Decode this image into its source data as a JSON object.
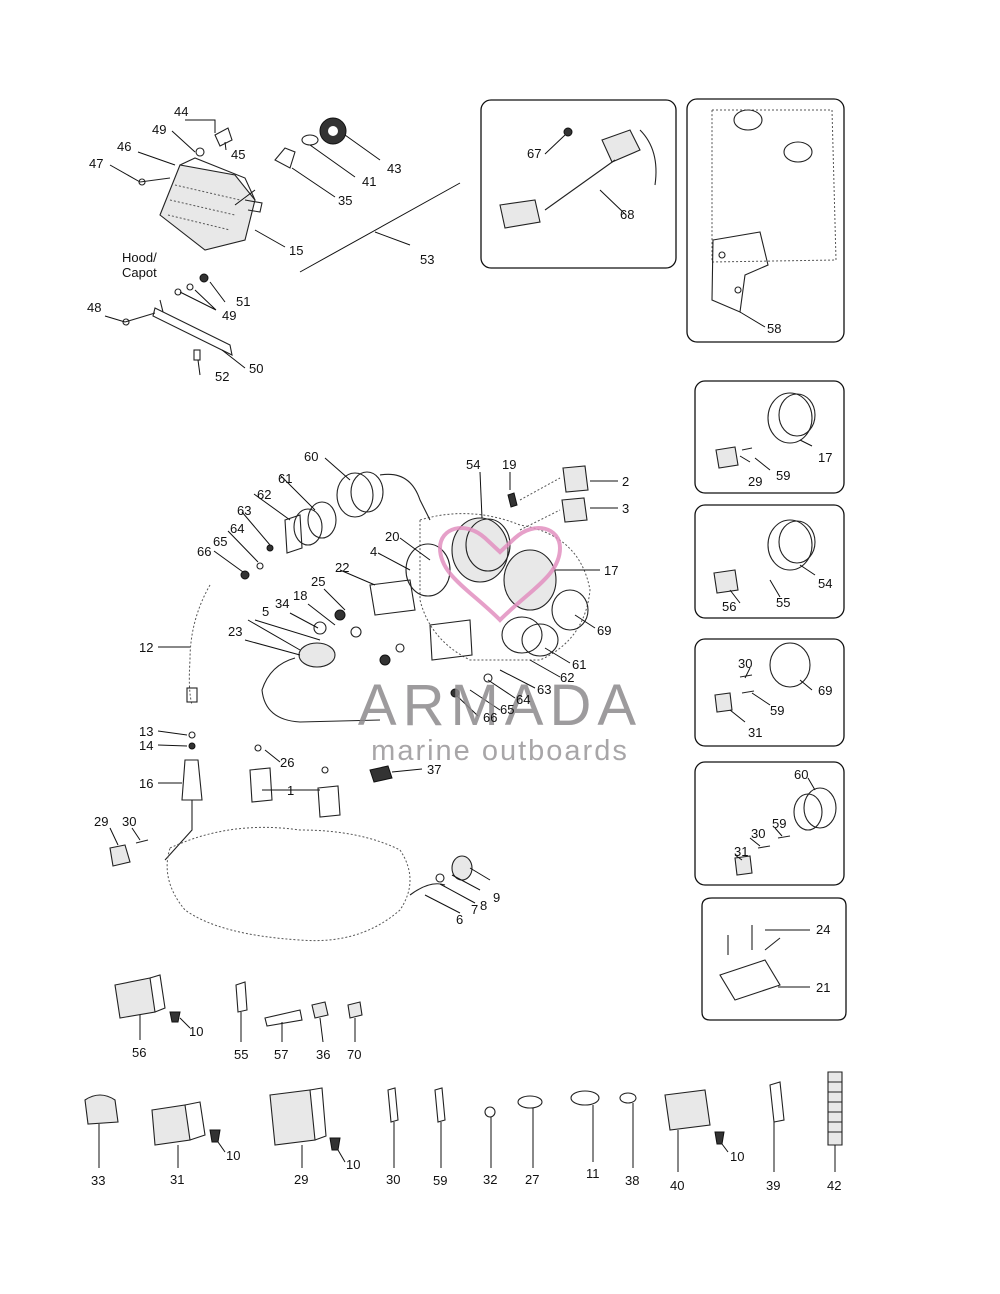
{
  "diagram": {
    "hood_label_line1": "Hood/",
    "hood_label_line2": "Capot",
    "callouts": [
      "44",
      "49",
      "45",
      "46",
      "47",
      "15",
      "35",
      "41",
      "43",
      "53",
      "48",
      "51",
      "49",
      "50",
      "52",
      "67",
      "68",
      "58",
      "60",
      "61",
      "62",
      "63",
      "64",
      "65",
      "66",
      "54",
      "19",
      "2",
      "3",
      "20",
      "4",
      "22",
      "25",
      "18",
      "34",
      "5",
      "23",
      "17",
      "69",
      "61",
      "62",
      "63",
      "64",
      "65",
      "66",
      "12",
      "13",
      "14",
      "16",
      "29",
      "30",
      "26",
      "1",
      "37",
      "6",
      "7",
      "8",
      "9",
      "17",
      "29",
      "59",
      "54",
      "56",
      "55",
      "69",
      "30",
      "59",
      "31",
      "60",
      "59",
      "30",
      "31",
      "24",
      "21",
      "56",
      "10",
      "55",
      "57",
      "36",
      "70",
      "33",
      "31",
      "10",
      "29",
      "10",
      "30",
      "59",
      "32",
      "27",
      "11",
      "38",
      "40",
      "10",
      "39",
      "42"
    ]
  },
  "watermark": {
    "brand": "ARMADA",
    "tagline": "marine outboards",
    "accent_color": "#e28fc0",
    "text_color": "#8d8a8c"
  }
}
